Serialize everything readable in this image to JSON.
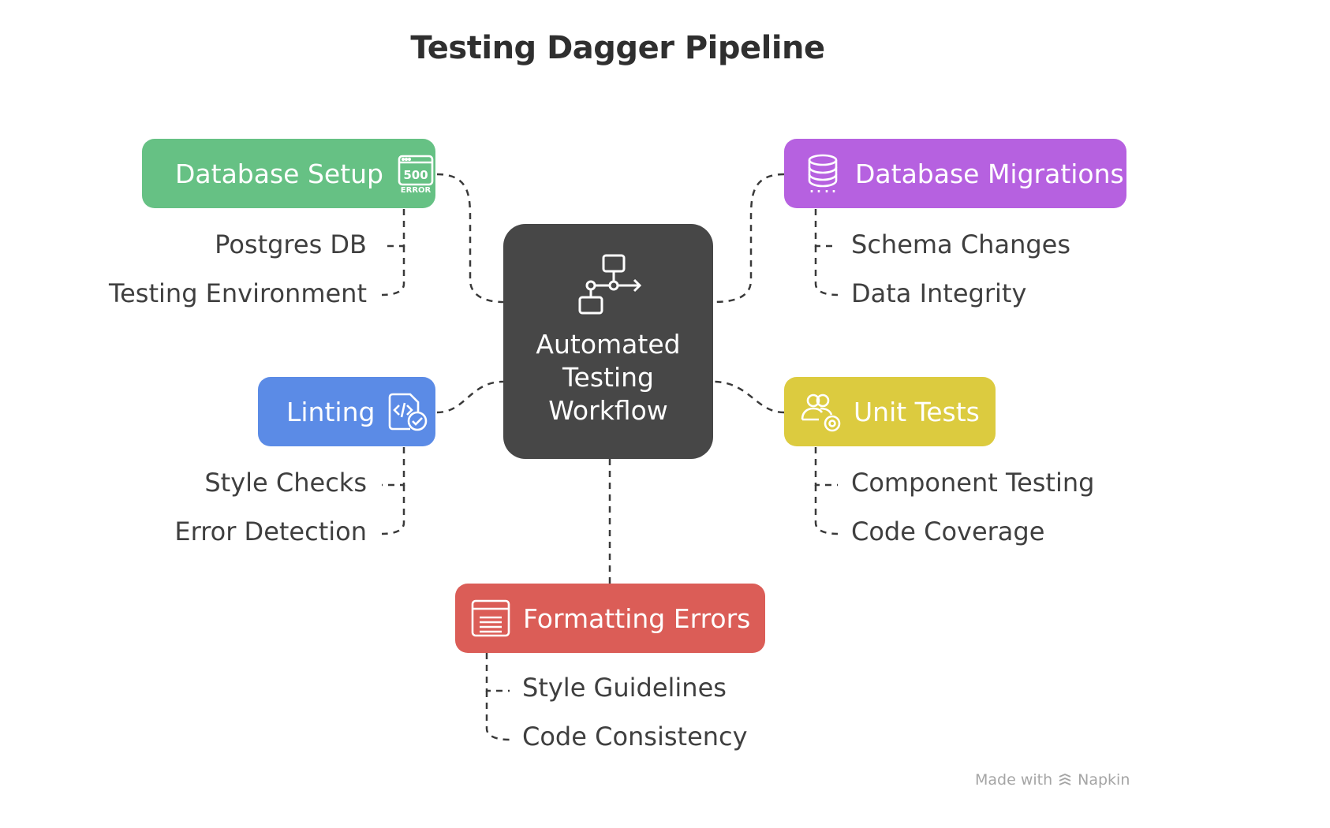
{
  "title": "Testing Dagger Pipeline",
  "center": {
    "lines": [
      "Automated",
      "Testing",
      "Workflow"
    ],
    "icon": "workflow-icon",
    "color": "#474747"
  },
  "branches": {
    "database_setup": {
      "label": "Database Setup",
      "icon": "server-500-error-icon",
      "color": "#66c184",
      "items": [
        "Postgres DB",
        "Testing Environment"
      ]
    },
    "database_migrations": {
      "label": "Database Migrations",
      "icon": "database-icon",
      "color": "#b661e0",
      "items": [
        "Schema Changes",
        "Data Integrity"
      ]
    },
    "linting": {
      "label": "Linting",
      "icon": "code-check-icon",
      "color": "#5b8be6",
      "items": [
        "Style Checks",
        "Error Detection"
      ]
    },
    "unit_tests": {
      "label": "Unit Tests",
      "icon": "users-settings-icon",
      "color": "#dccb3f",
      "items": [
        "Component Testing",
        "Code Coverage"
      ]
    },
    "formatting_errors": {
      "label": "Formatting Errors",
      "icon": "document-lines-icon",
      "color": "#db5d57",
      "items": [
        "Style Guidelines",
        "Code Consistency"
      ]
    }
  },
  "footer": {
    "made_with": "Made with",
    "brand": "Napkin",
    "brand_icon": "napkin-logo-icon"
  }
}
